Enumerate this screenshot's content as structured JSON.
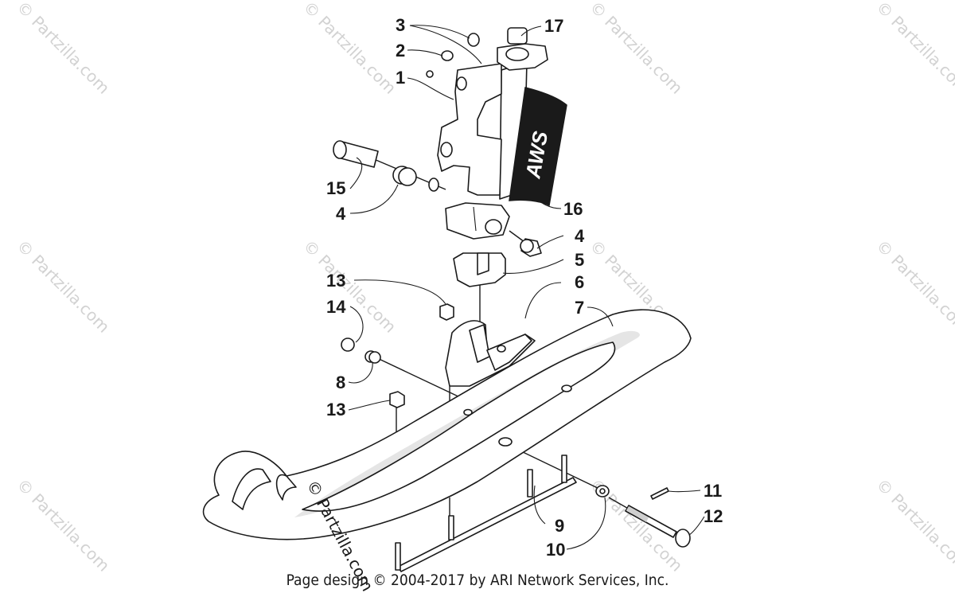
{
  "watermark": "© Partzilla.com",
  "footer": "Page design © 2004-2017 by ARI Network Services, Inc.",
  "sticker_text": "AWS",
  "callouts": {
    "c1": "1",
    "c2": "2",
    "c3": "3",
    "c4a": "4",
    "c4b": "4",
    "c5": "5",
    "c6": "6",
    "c7": "7",
    "c8": "8",
    "c9": "9",
    "c10": "10",
    "c11": "11",
    "c12": "12",
    "c13a": "13",
    "c13b": "13",
    "c14": "14",
    "c15": "15",
    "c16": "16",
    "c17": "17"
  }
}
